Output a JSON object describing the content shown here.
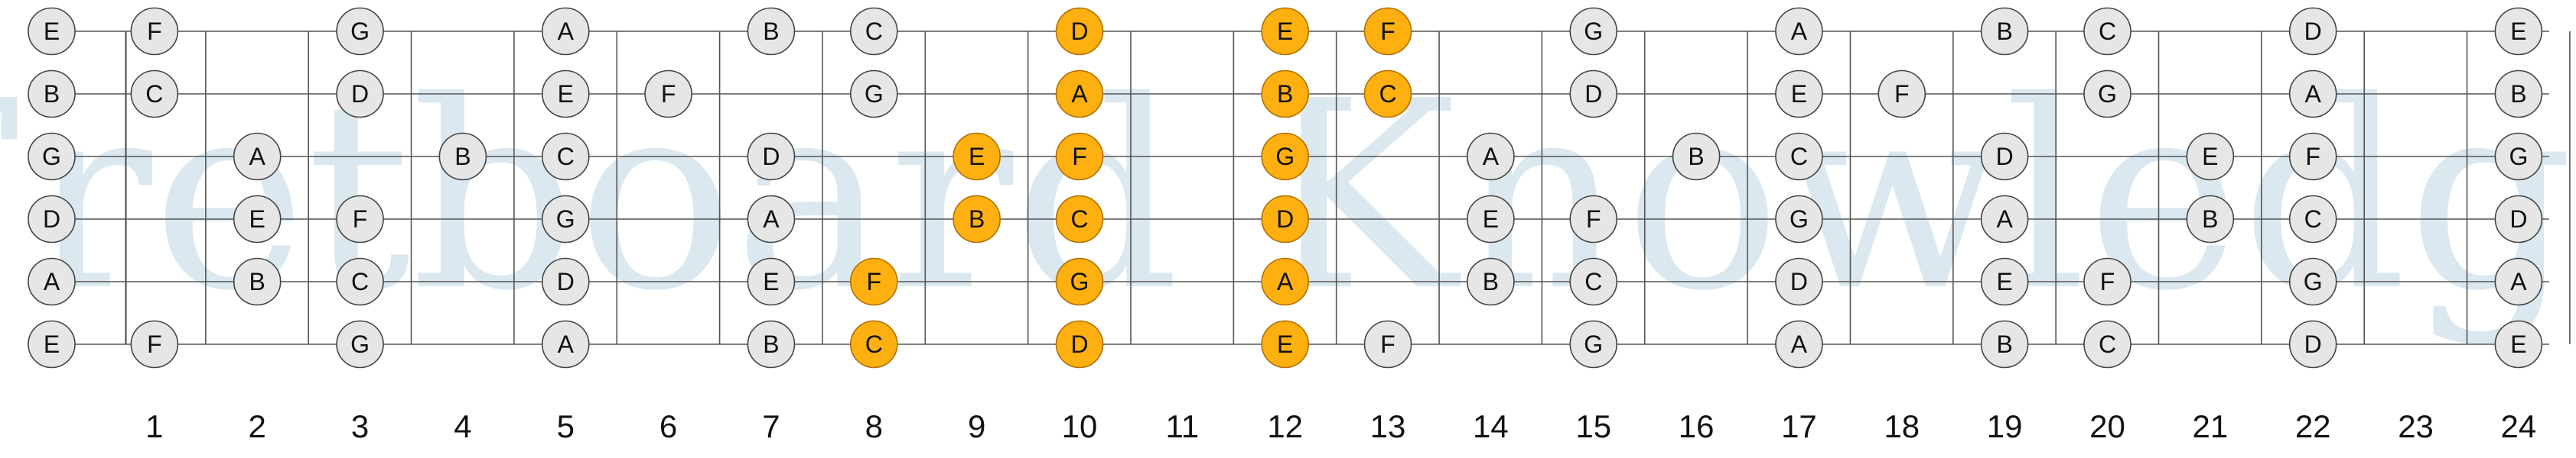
{
  "watermark": "Fretboard Knowledge",
  "colors": {
    "background": "#ffffff",
    "line": "#555555",
    "note_fill": "#e6e6e6",
    "note_stroke": "#444444",
    "highlight_fill": "#fdb010",
    "highlight_stroke": "#b07000",
    "text": "#111111",
    "watermark": "#dbe8f0"
  },
  "frets": 24,
  "fret_numbers": [
    "1",
    "2",
    "3",
    "4",
    "5",
    "6",
    "7",
    "8",
    "9",
    "10",
    "11",
    "12",
    "13",
    "14",
    "15",
    "16",
    "17",
    "18",
    "19",
    "20",
    "21",
    "22",
    "23",
    "24"
  ],
  "strings": [
    {
      "open": "E",
      "notes": [
        {
          "fret": 1,
          "label": "F"
        },
        {
          "fret": 3,
          "label": "G"
        },
        {
          "fret": 5,
          "label": "A"
        },
        {
          "fret": 7,
          "label": "B"
        },
        {
          "fret": 8,
          "label": "C"
        },
        {
          "fret": 10,
          "label": "D",
          "highlight": true
        },
        {
          "fret": 12,
          "label": "E",
          "highlight": true
        },
        {
          "fret": 13,
          "label": "F",
          "highlight": true
        },
        {
          "fret": 15,
          "label": "G"
        },
        {
          "fret": 17,
          "label": "A"
        },
        {
          "fret": 19,
          "label": "B"
        },
        {
          "fret": 20,
          "label": "C"
        },
        {
          "fret": 22,
          "label": "D"
        },
        {
          "fret": 24,
          "label": "E"
        }
      ]
    },
    {
      "open": "B",
      "notes": [
        {
          "fret": 1,
          "label": "C"
        },
        {
          "fret": 3,
          "label": "D"
        },
        {
          "fret": 5,
          "label": "E"
        },
        {
          "fret": 6,
          "label": "F"
        },
        {
          "fret": 8,
          "label": "G"
        },
        {
          "fret": 10,
          "label": "A",
          "highlight": true
        },
        {
          "fret": 12,
          "label": "B",
          "highlight": true
        },
        {
          "fret": 13,
          "label": "C",
          "highlight": true
        },
        {
          "fret": 15,
          "label": "D"
        },
        {
          "fret": 17,
          "label": "E"
        },
        {
          "fret": 18,
          "label": "F"
        },
        {
          "fret": 20,
          "label": "G"
        },
        {
          "fret": 22,
          "label": "A"
        },
        {
          "fret": 24,
          "label": "B"
        }
      ]
    },
    {
      "open": "G",
      "notes": [
        {
          "fret": 2,
          "label": "A"
        },
        {
          "fret": 4,
          "label": "B"
        },
        {
          "fret": 5,
          "label": "C"
        },
        {
          "fret": 7,
          "label": "D"
        },
        {
          "fret": 9,
          "label": "E",
          "highlight": true
        },
        {
          "fret": 10,
          "label": "F",
          "highlight": true
        },
        {
          "fret": 12,
          "label": "G",
          "highlight": true
        },
        {
          "fret": 14,
          "label": "A"
        },
        {
          "fret": 16,
          "label": "B"
        },
        {
          "fret": 17,
          "label": "C"
        },
        {
          "fret": 19,
          "label": "D"
        },
        {
          "fret": 21,
          "label": "E"
        },
        {
          "fret": 22,
          "label": "F"
        },
        {
          "fret": 24,
          "label": "G"
        }
      ]
    },
    {
      "open": "D",
      "notes": [
        {
          "fret": 2,
          "label": "E"
        },
        {
          "fret": 3,
          "label": "F"
        },
        {
          "fret": 5,
          "label": "G"
        },
        {
          "fret": 7,
          "label": "A"
        },
        {
          "fret": 9,
          "label": "B",
          "highlight": true
        },
        {
          "fret": 10,
          "label": "C",
          "highlight": true
        },
        {
          "fret": 12,
          "label": "D",
          "highlight": true
        },
        {
          "fret": 14,
          "label": "E"
        },
        {
          "fret": 15,
          "label": "F"
        },
        {
          "fret": 17,
          "label": "G"
        },
        {
          "fret": 19,
          "label": "A"
        },
        {
          "fret": 21,
          "label": "B"
        },
        {
          "fret": 22,
          "label": "C"
        },
        {
          "fret": 24,
          "label": "D"
        }
      ]
    },
    {
      "open": "A",
      "notes": [
        {
          "fret": 2,
          "label": "B"
        },
        {
          "fret": 3,
          "label": "C"
        },
        {
          "fret": 5,
          "label": "D"
        },
        {
          "fret": 7,
          "label": "E"
        },
        {
          "fret": 8,
          "label": "F",
          "highlight": true
        },
        {
          "fret": 10,
          "label": "G",
          "highlight": true
        },
        {
          "fret": 12,
          "label": "A",
          "highlight": true
        },
        {
          "fret": 14,
          "label": "B"
        },
        {
          "fret": 15,
          "label": "C"
        },
        {
          "fret": 17,
          "label": "D"
        },
        {
          "fret": 19,
          "label": "E"
        },
        {
          "fret": 20,
          "label": "F"
        },
        {
          "fret": 22,
          "label": "G"
        },
        {
          "fret": 24,
          "label": "A"
        }
      ]
    },
    {
      "open": "E",
      "notes": [
        {
          "fret": 1,
          "label": "F"
        },
        {
          "fret": 3,
          "label": "G"
        },
        {
          "fret": 5,
          "label": "A"
        },
        {
          "fret": 7,
          "label": "B"
        },
        {
          "fret": 8,
          "label": "C",
          "highlight": true
        },
        {
          "fret": 10,
          "label": "D",
          "highlight": true
        },
        {
          "fret": 12,
          "label": "E",
          "highlight": true
        },
        {
          "fret": 13,
          "label": "F"
        },
        {
          "fret": 15,
          "label": "G"
        },
        {
          "fret": 17,
          "label": "A"
        },
        {
          "fret": 19,
          "label": "B"
        },
        {
          "fret": 20,
          "label": "C"
        },
        {
          "fret": 22,
          "label": "D"
        },
        {
          "fret": 24,
          "label": "E"
        }
      ]
    }
  ]
}
